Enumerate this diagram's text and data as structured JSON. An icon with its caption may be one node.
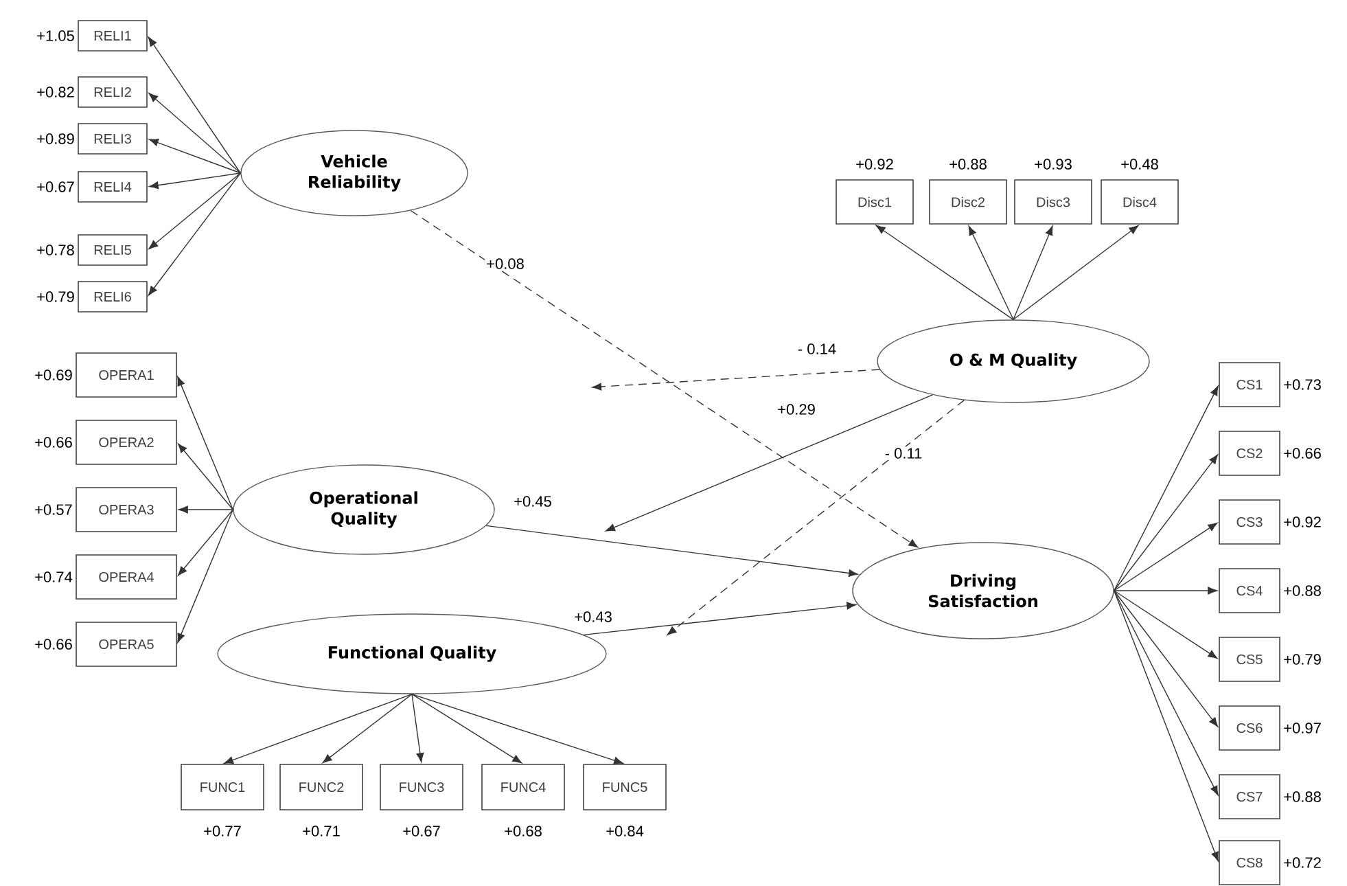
{
  "diagram": {
    "nodes": [
      {
        "text": [
          "RELI1"
        ],
        "beside": [
          "+1.05"
        ]
      },
      {
        "text": [
          "RELI2"
        ],
        "beside": [
          "+0.82"
        ]
      },
      {
        "text": [
          "RELI3"
        ],
        "beside": [
          "+0.89"
        ]
      },
      {
        "text": [
          "RELI4"
        ],
        "beside": [
          "+0.67"
        ]
      },
      {
        "text": [
          "RELI5"
        ],
        "beside": [
          "+0.78"
        ]
      },
      {
        "text": [
          "RELI6"
        ],
        "beside": [
          "+0.79"
        ]
      },
      {
        "text": [
          "Vehicle Reliability"
        ]
      },
      {
        "text": [
          "Disc1"
        ],
        "beside": [
          "+0.92"
        ]
      },
      {
        "text": [
          "Disc2"
        ],
        "beside": [
          "+0.88"
        ]
      },
      {
        "text": [
          "Disc3"
        ],
        "beside": [
          "+0.93"
        ]
      },
      {
        "text": [
          "Disc4"
        ],
        "beside": [
          "+0.48"
        ]
      },
      {
        "text": [
          "O & M Quality"
        ]
      },
      {
        "text": [
          "OPERA1"
        ],
        "beside": [
          "+0.69"
        ]
      },
      {
        "text": [
          "OPERA2"
        ],
        "beside": [
          "+0.66"
        ]
      },
      {
        "text": [
          "OPERA3"
        ],
        "beside": [
          "+0.57"
        ]
      },
      {
        "text": [
          "OPERA4"
        ],
        "beside": [
          "+0.74"
        ]
      },
      {
        "text": [
          "OPERA5"
        ],
        "beside": [
          "+0.66"
        ]
      },
      {
        "text": [
          "Operational Quality"
        ]
      },
      {
        "text": [
          "CS1"
        ],
        "beside": [
          "+0.73"
        ]
      },
      {
        "text": [
          "CS2"
        ],
        "beside": [
          "+0.66"
        ]
      },
      {
        "text": [
          "CS3"
        ],
        "beside": [
          "+0.92"
        ]
      },
      {
        "text": [
          "CS4"
        ],
        "beside": [
          "+0.88"
        ]
      },
      {
        "text": [
          "CS5"
        ],
        "beside": [
          "+0.79"
        ]
      },
      {
        "text": [
          "CS6"
        ],
        "beside": [
          "+0.97"
        ]
      },
      {
        "text": [
          "CS7"
        ],
        "beside": [
          "+0.88"
        ]
      },
      {
        "text": [
          "CS8"
        ],
        "beside": [
          "+0.72"
        ]
      },
      {
        "text": [
          "Driving Satisfaction"
        ]
      },
      {
        "text": [
          "Functional Quality"
        ]
      },
      {
        "text": [
          "FUNC1"
        ],
        "beside": [
          "+0.77"
        ]
      },
      {
        "text": [
          "FUNC2"
        ],
        "beside": [
          "+0.71"
        ]
      },
      {
        "text": [
          "FUNC3"
        ],
        "beside": [
          "+0.67"
        ]
      },
      {
        "text": [
          "FUNC4"
        ],
        "beside": [
          "+0.68"
        ]
      },
      {
        "text": [
          "FUNC5"
        ],
        "beside": [
          "+0.84"
        ]
      }
    ],
    "edges": [
      {
        "from": 6,
        "to": 0,
        "arrow": "to"
      },
      {
        "from": 6,
        "to": 1,
        "arrow": "to"
      },
      {
        "from": 6,
        "to": 2,
        "arrow": "to"
      },
      {
        "from": 6,
        "to": 3,
        "arrow": "to"
      },
      {
        "from": 6,
        "to": 4,
        "arrow": "to"
      },
      {
        "from": 6,
        "to": 5,
        "arrow": "to"
      },
      {
        "from": 11,
        "to": 7,
        "arrow": "to"
      },
      {
        "from": 11,
        "to": 8,
        "arrow": "to"
      },
      {
        "from": 11,
        "to": 9,
        "arrow": "to"
      },
      {
        "from": 11,
        "to": 10,
        "arrow": "to"
      },
      {
        "from": 17,
        "to": 12,
        "arrow": "to"
      },
      {
        "from": 17,
        "to": 13,
        "arrow": "to"
      },
      {
        "from": 17,
        "to": 14,
        "arrow": "to"
      },
      {
        "from": 17,
        "to": 15,
        "arrow": "to"
      },
      {
        "from": 17,
        "to": 16,
        "arrow": "to"
      },
      {
        "from": 26,
        "to": 18,
        "arrow": "to"
      },
      {
        "from": 26,
        "to": 19,
        "arrow": "to"
      },
      {
        "from": 26,
        "to": 20,
        "arrow": "to"
      },
      {
        "from": 26,
        "to": 21,
        "arrow": "to"
      },
      {
        "from": 26,
        "to": 22,
        "arrow": "to"
      },
      {
        "from": 26,
        "to": 23,
        "arrow": "to"
      },
      {
        "from": 26,
        "to": 24,
        "arrow": "to"
      },
      {
        "from": 26,
        "to": 25,
        "arrow": "to"
      },
      {
        "from": 27,
        "to": 28,
        "arrow": "to"
      },
      {
        "from": 27,
        "to": 29,
        "arrow": "to"
      },
      {
        "from": 27,
        "to": 30,
        "arrow": "to"
      },
      {
        "from": 27,
        "to": 31,
        "arrow": "to"
      },
      {
        "from": 27,
        "to": 32,
        "arrow": "to"
      },
      {
        "from": 6,
        "to": 26,
        "arrow": "to",
        "label": "+0.08",
        "style": "dashed"
      },
      {
        "from": 17,
        "to": 26,
        "arrow": "to",
        "label": "+0.45"
      },
      {
        "from": 27,
        "to": 26,
        "arrow": "to",
        "label": "+0.43"
      },
      {
        "from": 11,
        "to": null,
        "arrow": "to",
        "label": "- 0.14",
        "style": "dashed"
      },
      {
        "from": 11,
        "to": null,
        "arrow": "to",
        "label": "+0.29"
      },
      {
        "from": 11,
        "to": null,
        "arrow": "to",
        "label": "- 0.11",
        "style": "dashed"
      }
    ]
  }
}
